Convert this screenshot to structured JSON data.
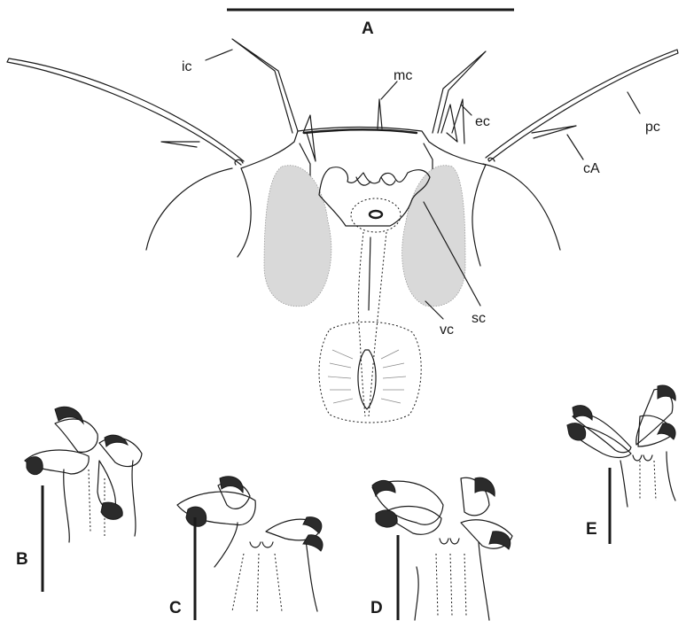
{
  "panels": {
    "A": "A",
    "B": "B",
    "C": "C",
    "D": "D",
    "E": "E"
  },
  "annotations": {
    "ic": "ic",
    "mc": "mc",
    "ec": "ec",
    "pc": "pc",
    "cA": "cA",
    "sc": "sc",
    "vc": "vc"
  },
  "colors": {
    "ink": "#1a1a1a",
    "stipple": "#d9d9d9",
    "claw_fill": "#2b2b2b",
    "background": "#ffffff"
  }
}
